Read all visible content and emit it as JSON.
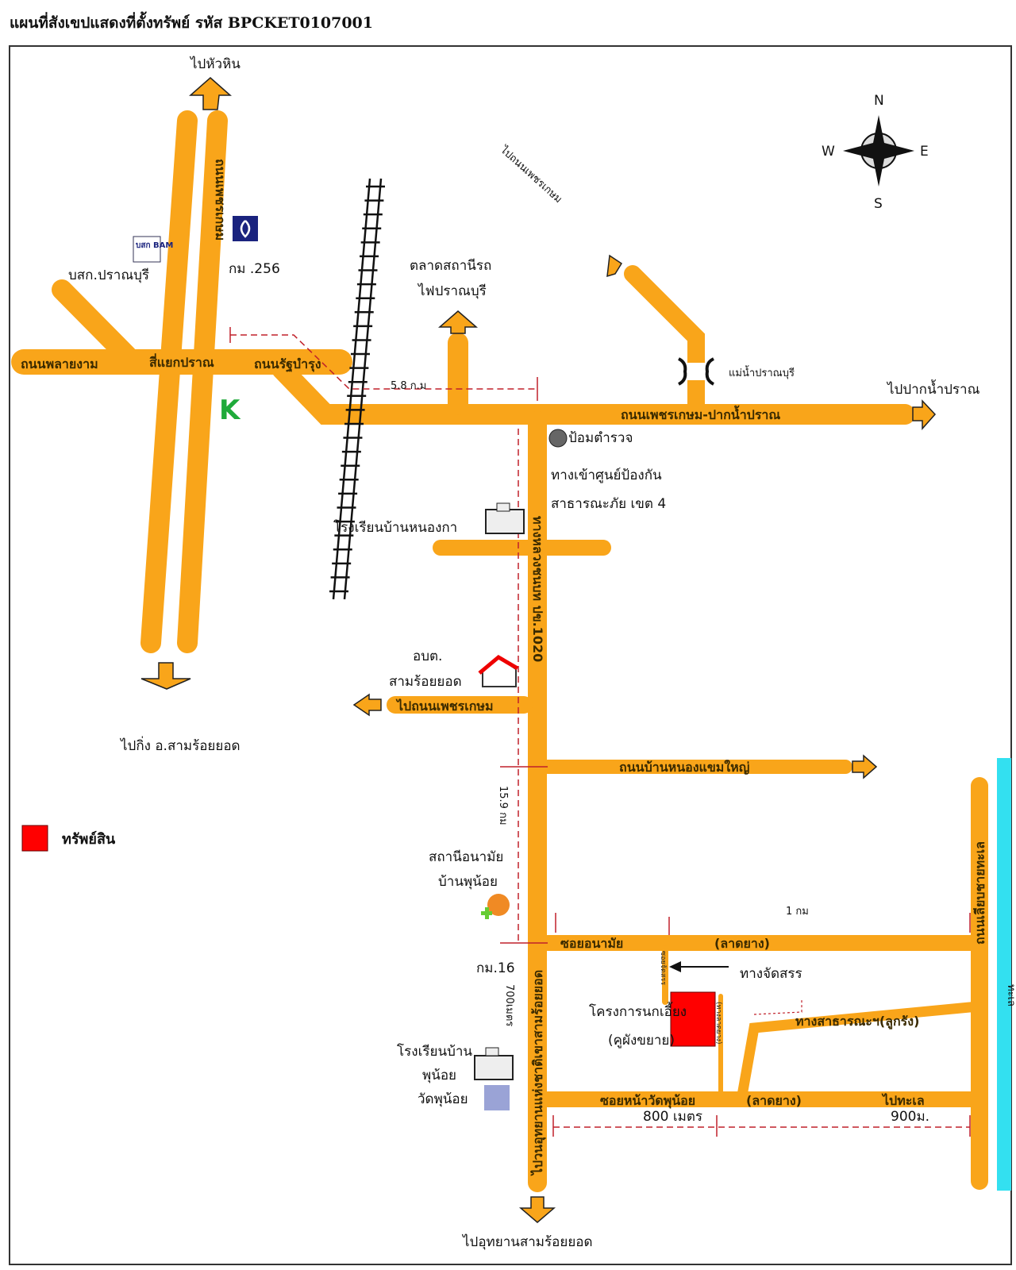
{
  "title": "แผนที่สังเขปแสดงที่ตั้งทรัพย์ รหัส BPCKET0107001",
  "colors": {
    "road": "#F9A51A",
    "property": "#FF0000",
    "sea": "#33E0F0",
    "dimension": "#C0202A"
  },
  "compass": {
    "n": "N",
    "s": "S",
    "e": "E",
    "w": "W"
  },
  "legend": {
    "label": "ทรัพย์สิน",
    "icon": "property-square-icon"
  },
  "labels": {
    "to_huahin": "ไปหัวหิน",
    "phetkasem_vertical": "ถนนเพชรเกษม",
    "km256": "กม .256",
    "baac": "บสก.ปราณบุรี",
    "baac_logo": "บสก BAM",
    "phlaingam": "ถนนพลายงาม",
    "pran_intersection": "สี่แยกปราณ",
    "ratbamrung": "ถนนรัฐบำรุง",
    "dist_58": "5.8 ก.ม",
    "market1": "ตลาดสถานีรถ",
    "market2": "ไฟปราณบุรี",
    "to_phetkasem_diag": "ไปถนนเพชรเกษม",
    "river": "แม่น้ำปราณบุรี",
    "to_paknam": "ไปปากน้ำปราณ",
    "phetkasem_paknam": "ถนนเพชรเกษม-ปากน้ำปราณ",
    "police": "ป้อมตำรวจ",
    "center1": "ทางเข้าศูนย์ป้องกัน",
    "center2": "สาธารณะภัย เขต 4",
    "school1": "โรงเรียนบ้านหนองกา",
    "rural_road": "ทางหลวงชนบท ปข.1020",
    "to_sam_roi_yot": "ไปกิ่ง อ.สามร้อยยอด",
    "obt1": "อบต.",
    "obt2": "สามร้อยยอด",
    "to_phetkasem_left": "ไปถนนเพชรเกษม",
    "nong_khaem": "ถนนบ้านหนองแขมใหญ่",
    "dist_159": "15.9 กม",
    "health1": "สถานีอนามัย",
    "health2": "บ้านพุน้อย",
    "km16": "กม.16",
    "national_park_road": "ไปวนอุทยานแห่งชาติเขาสามร้อยยอด",
    "dist_700": "700เมตร",
    "school2a": "โรงเรียนบ้าน",
    "school2b": "พุน้อย",
    "temple": "วัดพุน้อย",
    "soi_anamai": "ซอยอนามัย",
    "paved1": "(ลาดยาง)",
    "dist_1km": "1 กม",
    "allocation_road": "ทางจัดสรร",
    "soi_small": "ซอยจัดสรร",
    "project1": "โครงการนกเอี้ยง",
    "project2": "(คูผังขยาย)",
    "public_road": "ทางสาธารณะฯ(ลูกรัง)",
    "side_road": "(ทางลาดยาง)",
    "soi_wat": "ซอยหน้าวัดพุน้อย",
    "paved2": "(ลาดยาง)",
    "to_sea": "ไปทะเล",
    "dist_800": "800 เมตร",
    "dist_900": "900ม.",
    "beach_road": "ถนนเลียบชายทะเล",
    "sea": "ทะเล",
    "to_national_park": "ไปอุทยานสามร้อยยอด"
  }
}
